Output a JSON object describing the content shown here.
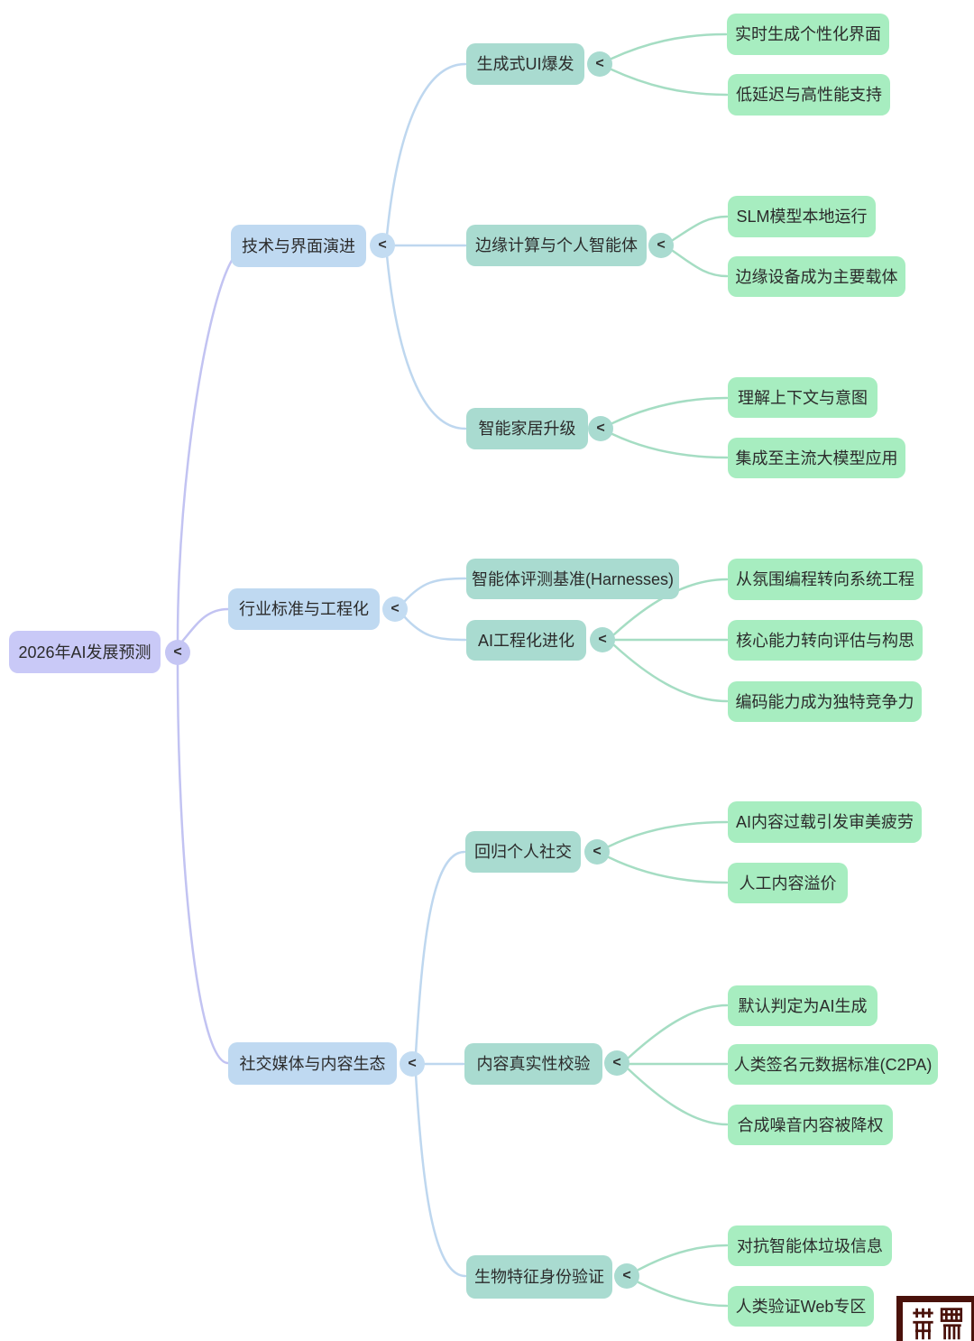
{
  "mindmap": {
    "collapse_indicator": "<",
    "root": {
      "label": "2026年AI发展预测",
      "children": [
        {
          "label": "技术与界面演进",
          "children": [
            {
              "label": "生成式UI爆发",
              "children": [
                {
                  "label": "实时生成个性化界面"
                },
                {
                  "label": "低延迟与高性能支持"
                }
              ]
            },
            {
              "label": "边缘计算与个人智能体",
              "children": [
                {
                  "label": "SLM模型本地运行"
                },
                {
                  "label": "边缘设备成为主要载体"
                }
              ]
            },
            {
              "label": "智能家居升级",
              "children": [
                {
                  "label": "理解上下文与意图"
                },
                {
                  "label": "集成至主流大模型应用"
                }
              ]
            }
          ]
        },
        {
          "label": "行业标准与工程化",
          "children": [
            {
              "label": "智能体评测基准(Harnesses)",
              "children": []
            },
            {
              "label": "AI工程化进化",
              "children": [
                {
                  "label": "从氛围编程转向系统工程"
                },
                {
                  "label": "核心能力转向评估与构思"
                },
                {
                  "label": "编码能力成为独特竞争力"
                }
              ]
            }
          ]
        },
        {
          "label": "社交媒体与内容生态",
          "children": [
            {
              "label": "回归个人社交",
              "children": [
                {
                  "label": "AI内容过载引发审美疲劳"
                },
                {
                  "label": "人工内容溢价"
                }
              ]
            },
            {
              "label": "内容真实性校验",
              "children": [
                {
                  "label": "默认判定为AI生成"
                },
                {
                  "label": "人类签名元数据标准(C2PA)"
                },
                {
                  "label": "合成噪音内容被降权"
                }
              ]
            },
            {
              "label": "生物特征身份验证",
              "children": [
                {
                  "label": "对抗智能体垃圾信息"
                },
                {
                  "label": "人类验证Web专区"
                }
              ]
            }
          ]
        }
      ]
    }
  },
  "colors": {
    "background": "#ffffff",
    "root_fill": "#c9c9f7",
    "branch_fill": "#bfd9f1",
    "topic_fill": "#a9dbd0",
    "leaf_fill": "#a7edc0",
    "root_link": "#c2c3f2",
    "branch_link": "#bed7ef",
    "topic_link": "#a5ddc3",
    "text": "#2b2b2b",
    "seal_red": "#4a120b"
  },
  "watermark": {
    "name": "red-seal-stamp"
  }
}
